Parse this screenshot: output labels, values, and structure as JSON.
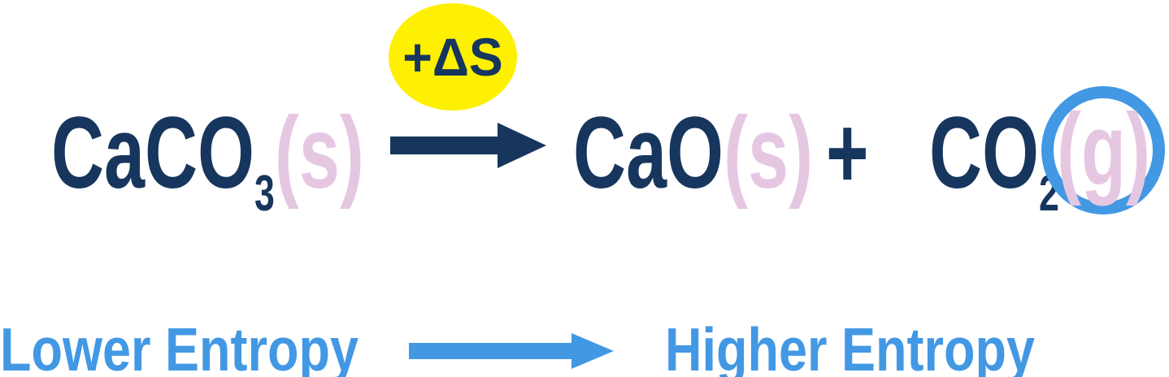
{
  "equation": {
    "reactant": {
      "formula": "CaCO",
      "subscript": "3",
      "state": "(s)"
    },
    "energy_label": "+ΔS",
    "product_1": {
      "formula": "CaO",
      "state": "(s)"
    },
    "operator": "+",
    "product_2": {
      "formula": "CO",
      "subscript": "2",
      "state": "(g)"
    }
  },
  "labels": {
    "lower": "Lower Entropy",
    "higher": "Higher Entropy"
  },
  "icons": {
    "reaction_arrow": "right-arrow",
    "entropy_arrow": "right-arrow",
    "gas_highlight": "circle-outline"
  },
  "colors": {
    "navy": "#17365d",
    "pink": "#e6c7e2",
    "blue": "#4398e4",
    "yellow": "#fdf000"
  }
}
